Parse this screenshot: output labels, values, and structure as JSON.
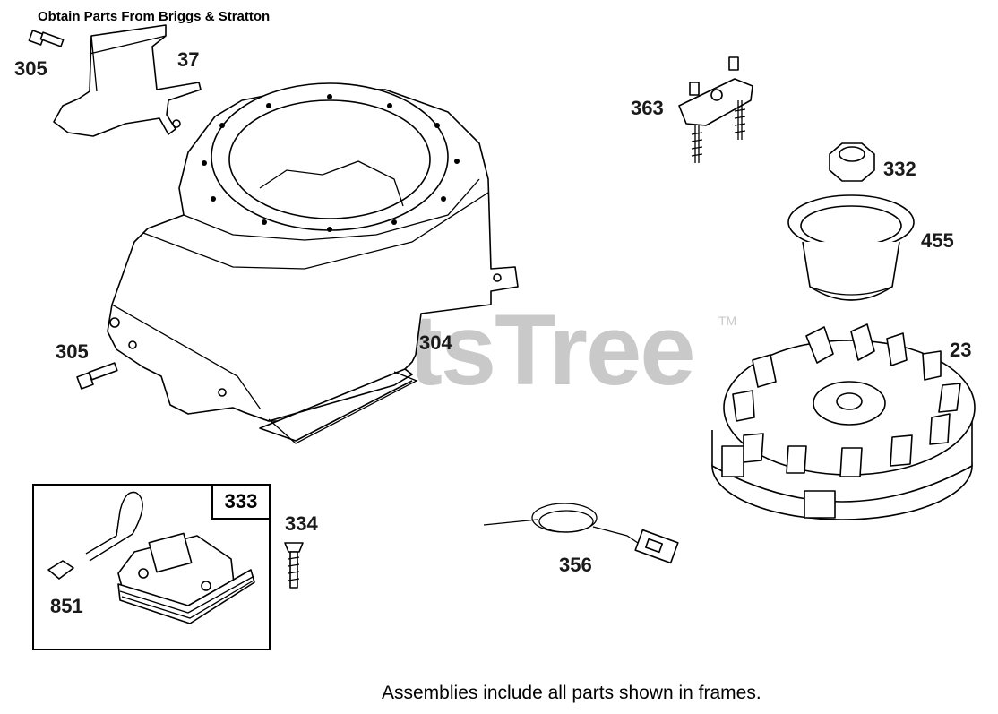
{
  "header": {
    "title": "Obtain Parts From Briggs & Stratton"
  },
  "footer": {
    "note": "Assemblies include all parts shown in frames."
  },
  "watermark": {
    "text": "PartsTree",
    "tm": "TM"
  },
  "frame": {
    "label": "333"
  },
  "callouts": {
    "p305_top": "305",
    "p37": "37",
    "p305_left": "305",
    "p304": "304",
    "p363": "363",
    "p332": "332",
    "p455": "455",
    "p23": "23",
    "p334": "334",
    "p851": "851",
    "p356": "356"
  },
  "colors": {
    "line": "#000000",
    "watermark": "#c9c9c9",
    "background": "#ffffff"
  }
}
